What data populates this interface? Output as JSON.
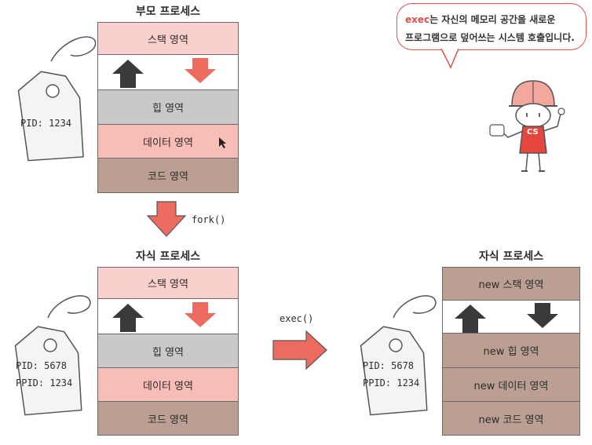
{
  "parent": {
    "title": "부모 프로세스",
    "tag": "PID: 1234",
    "segments": {
      "stack": "스택 영역",
      "heap": "힙 영역",
      "data": "데이터 영역",
      "code": "코드 영역"
    }
  },
  "fork_label": "fork()",
  "child": {
    "title": "자식 프로세스",
    "tag_pid": "PID: 5678",
    "tag_ppid": "PPID: 1234",
    "segments": {
      "stack": "스택 영역",
      "heap": "힙 영역",
      "data": "데이터 영역",
      "code": "코드 영역"
    }
  },
  "exec_label": "exec()",
  "child_after": {
    "title": "자식 프로세스",
    "tag_pid": "PID: 5678",
    "tag_ppid": "PPID: 1234",
    "segments": {
      "stack": "new 스택 영역",
      "heap": "new 힙 영역",
      "data": "new 데이터 영역",
      "code": "new 코드 영역"
    }
  },
  "speech": {
    "keyword": "exec",
    "line1_rest": "는 자신의 메모리 공간을 새로운",
    "line2": "프로그램으로 덮어쓰는 시스템 호출입니다."
  },
  "mascot": {
    "badge": "CS"
  },
  "colors": {
    "stack_pink": "#f9d0cd",
    "heap_gray": "#c9c9c9",
    "data_pink": "#f7bdb7",
    "code_brown": "#bb9f93",
    "arrow_red": "#ee6b5f",
    "arrow_dark": "#3a3a3a",
    "accent_red": "#e2504a"
  }
}
